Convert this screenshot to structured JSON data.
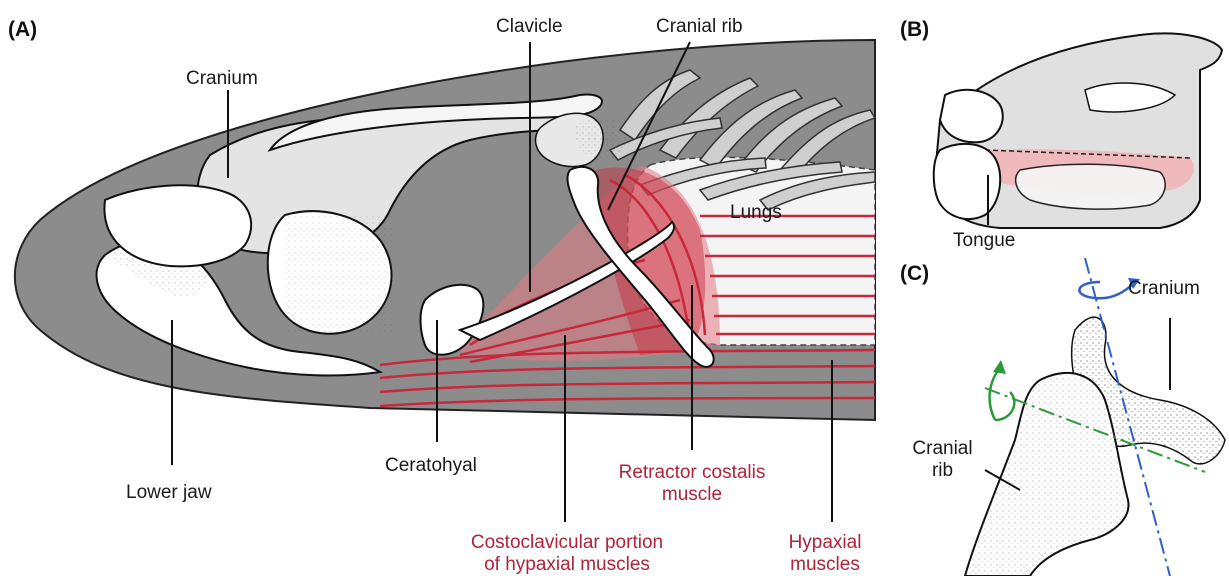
{
  "panels": {
    "a": "(A)",
    "b": "(B)",
    "c": "(C)"
  },
  "labels_a": {
    "cranium": "Cranium",
    "clavicle": "Clavicle",
    "cranial_rib": "Cranial rib",
    "lungs": "Lungs",
    "lower_jaw": "Lower jaw",
    "ceratohyal": "Ceratohyal",
    "retractor_line1": "Retractor costalis",
    "retractor_line2": "muscle",
    "costo_line1": "Costoclavicular portion",
    "costo_line2": "of hypaxial muscles",
    "hypaxial_line1": "Hypaxial",
    "hypaxial_line2": "muscles"
  },
  "labels_b": {
    "tongue": "Tongue"
  },
  "labels_c": {
    "cranium": "Cranium",
    "cranial_rib_line1": "Cranial",
    "cranial_rib_line2": "rib"
  },
  "colors": {
    "body": "#8c8c8c",
    "bone": "#ffffff",
    "bone_shadow": "#e0e0e0",
    "muscle": "#c8283a",
    "muscle_fill": "#e27a84",
    "lung": "#f3f3f3",
    "tongue": "#f2b3b6",
    "axis_blue": "#2f5fc9",
    "axis_green": "#2c9a3a",
    "text_red": "#b0243a"
  }
}
